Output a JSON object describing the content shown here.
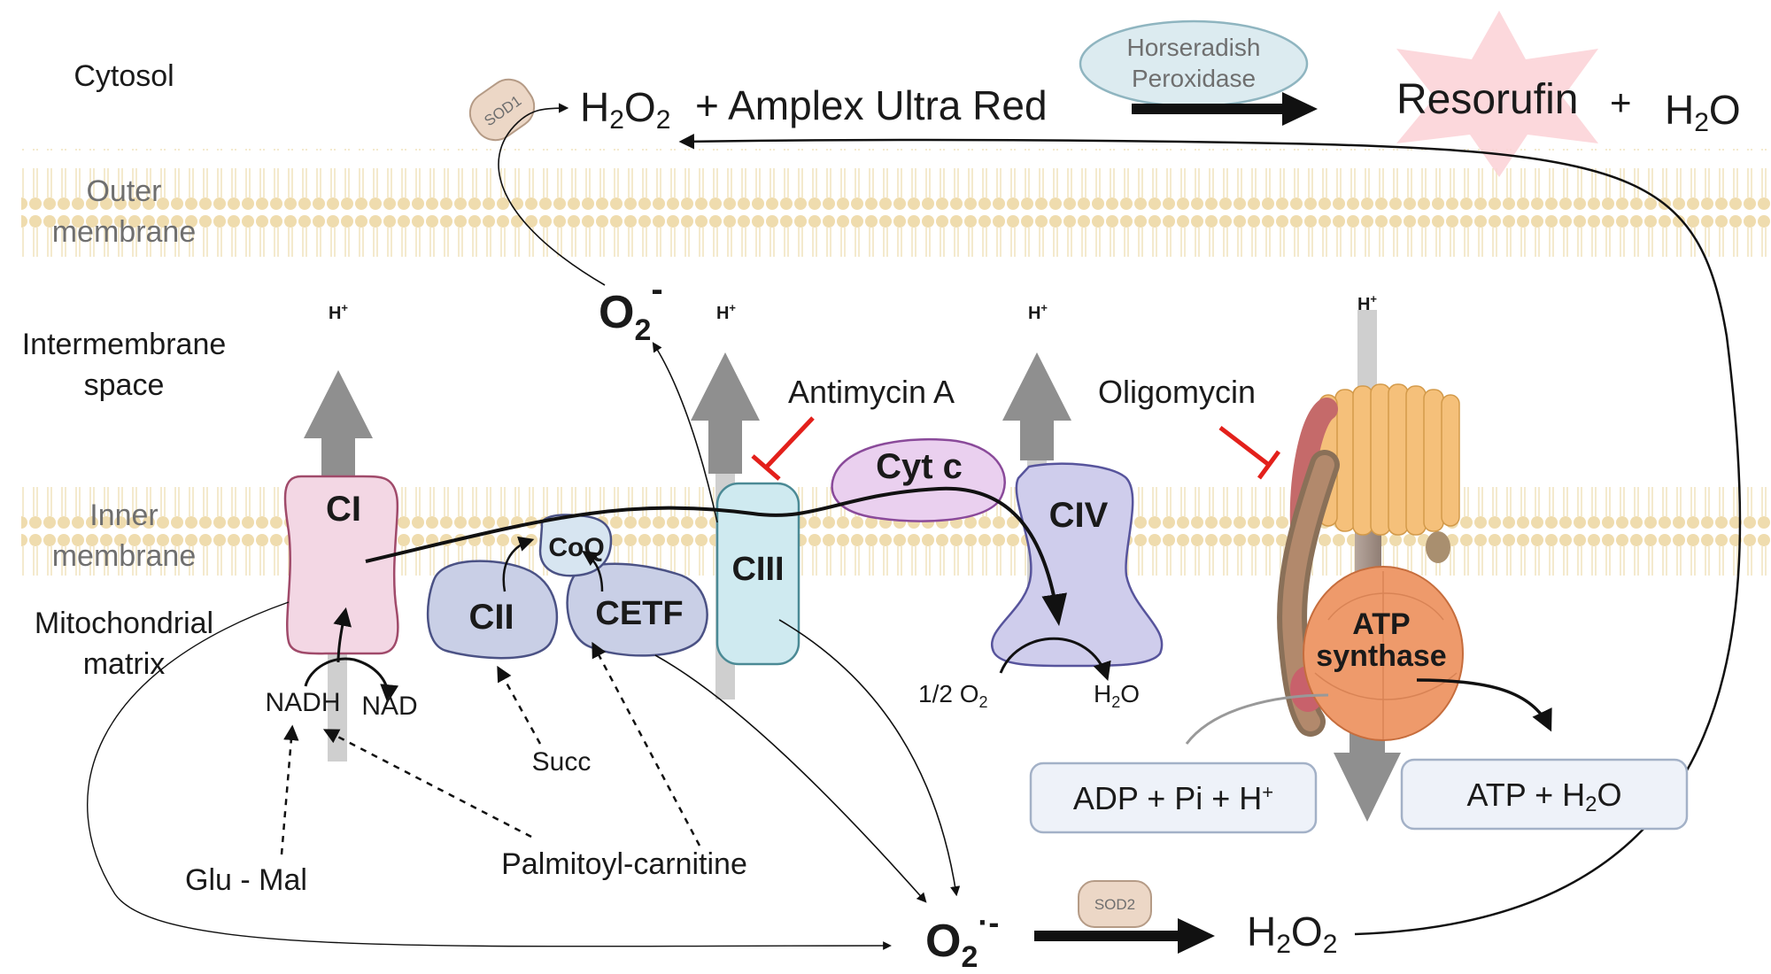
{
  "regions": {
    "cytosol": "Cytosol",
    "outer_membrane_1": "Outer",
    "outer_membrane_2": "membrane",
    "intermembrane_1": "Intermembrane",
    "intermembrane_2": "space",
    "inner_membrane_1": "Inner",
    "inner_membrane_2": "membrane",
    "matrix_1": "Mitochondrial",
    "matrix_2": "matrix"
  },
  "reaction": {
    "h2o2": "H2O2",
    "plus_reagent": "+ Amplex Ultra Red",
    "enzyme_1": "Horseradish",
    "enzyme_2": "Peroxidase",
    "product": "Resorufin",
    "plus": "+",
    "water": "H2O",
    "sod1": "SOD1"
  },
  "complexes": {
    "ci": "CI",
    "cii": "CII",
    "coq": "CoQ",
    "cetf": "CETF",
    "ciii": "CIII",
    "cytc": "Cyt c",
    "civ": "CIV",
    "atp_synthase_1": "ATP",
    "atp_synthase_2": "synthase"
  },
  "protons": {
    "h1": "H+",
    "h2": "H+",
    "h3": "H+",
    "h4": "H+"
  },
  "inhibitors": {
    "antimycin": "Antimycin A",
    "oligomycin": "Oligomycin"
  },
  "substrates": {
    "nadh": "NADH",
    "nad": "NAD",
    "succ": "Succ",
    "glu_mal": "Glu - Mal",
    "palmitoyl": "Palmitoyl-carnitine",
    "half_o2": "1/2  O2",
    "h2o_civ": "H2O"
  },
  "atp_boxes": {
    "left": "ADP + Pi + H+",
    "right": "ATP + H2O"
  },
  "ros": {
    "superoxide_top": "O2-",
    "superoxide_bottom": "O2·-",
    "sod2": "SOD2",
    "h2o2_bottom": "H2O2"
  },
  "colors": {
    "membrane": "#ecd9a7",
    "ci": "#f3d7e4",
    "ciii": "#cfeaf0",
    "cytc": "#ead0ef",
    "civ": "#cfcdec",
    "cii": "#c9cfe6",
    "atp_orange": "#ee9a6b",
    "inhibitor": "#e3201b",
    "resorufin_star": "#fbd1d6"
  }
}
